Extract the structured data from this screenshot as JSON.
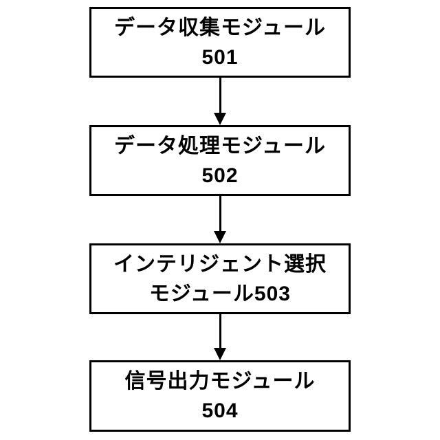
{
  "diagram": {
    "title": "module-flowchart",
    "colors": {
      "stroke": "#000000",
      "background": "#ffffff",
      "text": "#000000"
    },
    "boxes": [
      {
        "id": "501",
        "line1": "データ収集モジュール",
        "line2": "501"
      },
      {
        "id": "502",
        "line1": "データ処理モジュール",
        "line2": "502"
      },
      {
        "id": "503",
        "line1": "インテリジェント選択",
        "line2": "モジュール503"
      },
      {
        "id": "504",
        "line1": "信号出力モジュール",
        "line2": "504"
      }
    ],
    "connections": [
      {
        "from": "501",
        "to": "502",
        "type": "arrow-down"
      },
      {
        "from": "502",
        "to": "503",
        "type": "arrow-down"
      },
      {
        "from": "503",
        "to": "504",
        "type": "arrow-down"
      }
    ]
  }
}
